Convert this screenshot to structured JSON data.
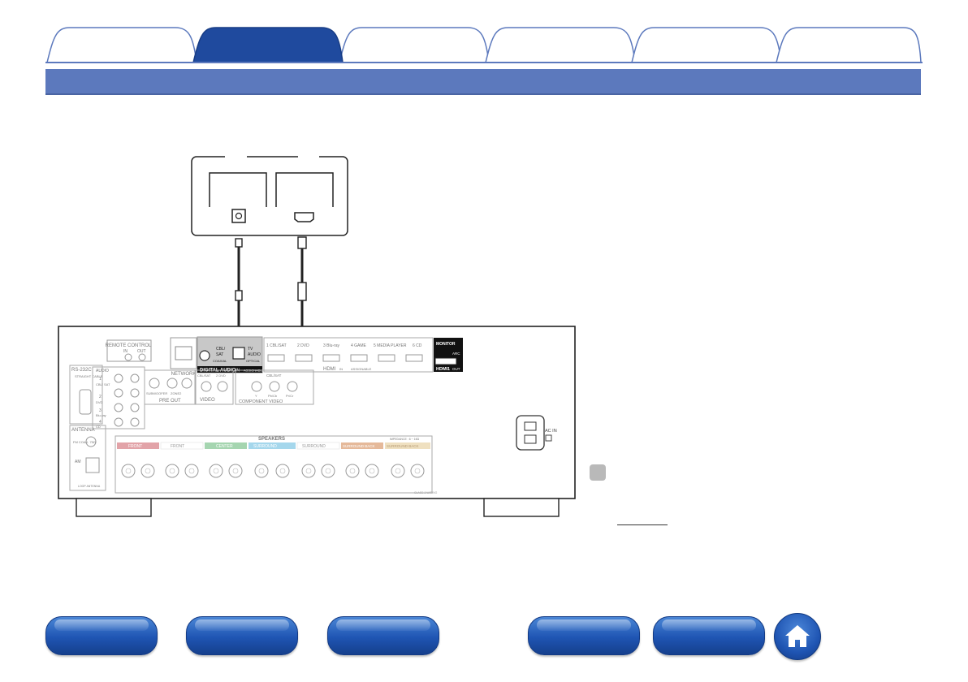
{
  "receiver": {
    "remote_control": "REMOTE CONTROL",
    "rc_in": "IN",
    "rc_out": "OUT",
    "network": "NETWORK",
    "coaxial_cbl": "CBL/",
    "coaxial_sat": "SAT",
    "coaxial": "COAXIAL",
    "optical_tv": "TV",
    "optical_audio": "AUDIO",
    "optical": "OPTICAL",
    "digital_audio": "DIGITAL AUDIO",
    "in": "IN",
    "assignable": "ASSIGNABLE",
    "hdmi_in_1": "1  CBL/SAT",
    "hdmi_in_2": "2  DVD",
    "hdmi_in_3": "3  Blu-ray",
    "hdmi_in_4": "4  GAME",
    "hdmi_in_5": "5  MEDIA PLAYER",
    "hdmi_in_6": "6  CD",
    "hdmi": "HDMI",
    "monitor": "MONITOR",
    "arc": "ARC",
    "hdmi1": "HDMI1",
    "out": "OUT",
    "rs232c": "RS-232C",
    "straight_cable": "STRAIGHT CABLE",
    "audio": "AUDIO",
    "audio_1": "1",
    "audio_cbl_sat": "CBL/ SAT",
    "audio_2": "2",
    "audio_dvd": "DVD",
    "audio_3": "3",
    "audio_bluray": "Blu-ray",
    "audio_4": "4",
    "audio_cd": "CD",
    "subwoofer": "SUBWOOFER",
    "zone2": "ZONE2",
    "pre_out": "PRE OUT",
    "video_cbl_sat": "CBL/SAT",
    "video_dvd": "2 DVD",
    "video": "VIDEO",
    "component_cbl_sat": "CBL/SAT",
    "component_y": "Y",
    "component_pb": "Pb/Cb",
    "component_pr": "Pr/Cr",
    "component_video": "COMPONENT VIDEO",
    "antenna": "ANTENNA",
    "fm_coax": "FM COAX. 75Ω",
    "am": "AM",
    "loop_antenna": "LOOP ANTENNA",
    "speakers": "SPEAKERS",
    "impedance": "IMPEDANCE : 6 ~ 16Ω",
    "front": "FRONT",
    "front_r": "FRONT",
    "center": "CENTER",
    "surround": "SURROUND",
    "surround_r": "SURROUND",
    "surround_back": "SURROUND BACK",
    "surround_back_r": "SURROUND BACK",
    "class2": "CLASS 2 WIRING",
    "ac_in": "AC IN"
  },
  "colors": {
    "accent": "#5c79bd",
    "tab_active": "#1f4a9e",
    "nav": "#1f55b3"
  }
}
